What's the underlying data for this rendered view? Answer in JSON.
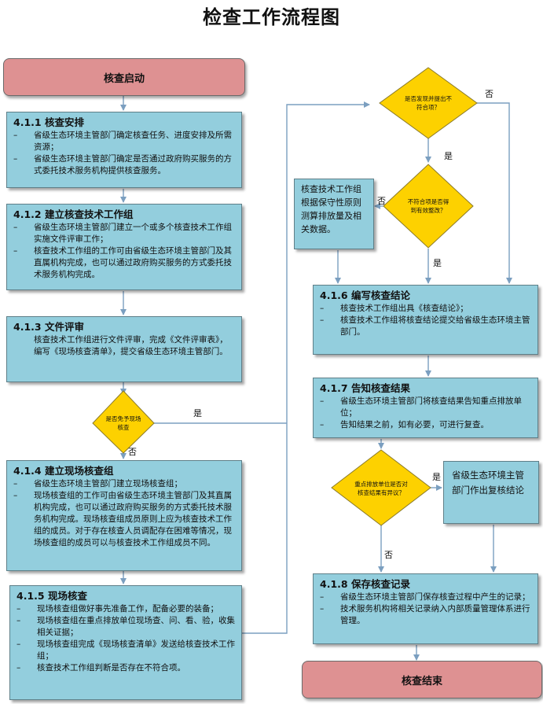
{
  "title": "检查工作流程图",
  "start_label": "核查启动",
  "end_label": "核查结束",
  "steps": {
    "s411": {
      "heading": "4.1.1 核查安排",
      "items": [
        "省级生态环境主管部门确定核查任务、进度安排及所需资源；",
        "省级生态环境主管部门确定是否通过政府购买服务的方式委托技术服务机构提供核查服务。"
      ]
    },
    "s412": {
      "heading": "4.1.2 建立核查技术工作组",
      "items": [
        "省级生态环境主管部门建立一个或多个核查技术工作组实施文件评审工作；",
        "核查技术工作组的工作可由省级生态环境主管部门及其直属机构完成，也可以通过政府购买服务的方式委托技术服务机构完成。"
      ]
    },
    "s413": {
      "heading": "4.1.3 文件评审",
      "items": [
        "核查技术工作组进行文件评审，完成《文件评审表》，编写《现场核查清单》，提交省级生态环境主管部门。"
      ]
    },
    "s414": {
      "heading": "4.1.4 建立现场核查组",
      "items": [
        "省级生态环境主管部门建立现场核查组；",
        "现场核查组的工作可由省级生态环境主管部门及其直属机构完成，也可以通过政府购买服务的方式委托技术服务机构完成。现场核查组成员原则上应为核查技术工作组的成员。对于存在核查人员调配存在困难等情况，现场核查组的成员可以与核查技术工作组成员不同。"
      ]
    },
    "s415": {
      "heading": "4.1.5 现场核查",
      "items": [
        "现场核查组做好事先准备工作，配备必要的装备；",
        "现场核查组在重点排放单位现场查、问、看、验，收集相关证据；",
        "现场核查组完成《现场核查清单》发送给核查技术工作组；",
        "核查技术工作组判断是否存在不符合项。"
      ]
    },
    "s416": {
      "heading": "4.1.6 编写核查结论",
      "items": [
        "核查技术工作组出具《核查结论》；",
        "核查技术工作组将核查结论提交给省级生态环境主管部门。"
      ]
    },
    "s417": {
      "heading": "4.1.7 告知核查结果",
      "items": [
        "省级生态环境主管部门将核查结果告知重点排放单位；",
        "告知结果之前，如有必要，可进行复查。"
      ]
    },
    "s418": {
      "heading": "4.1.8 保存核查记录",
      "items": [
        "省级生态环境主管部门保存核查过程中产生的记录；",
        "技术服务机构将相关记录纳入内部质量管理体系进行管理。"
      ]
    }
  },
  "side_boxes": {
    "conservative": "核查技术工作组根据保守性原则测算排放量及相关数据。",
    "review": "省级生态环境主管部门作出复核结论"
  },
  "decisions": {
    "d_site": "是否免予现场核查",
    "d_found": "是否发现并提出不符合项？",
    "d_fixed": "不符合项是否得到有效整改？",
    "d_objection": "重点排放单位是否对核查结果有异议？"
  },
  "labels": {
    "yes": "是",
    "no": "否",
    "dash": "–"
  },
  "colors": {
    "box": "#93cedd",
    "terminal": "#de9192",
    "decision": "#fdd100",
    "line": "#7b9fc0"
  }
}
